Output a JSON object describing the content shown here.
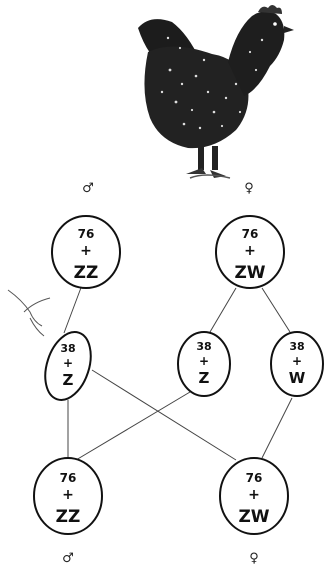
{
  "diagram": {
    "colors": {
      "ink": "#111111",
      "line": "#444444",
      "background": "#ffffff"
    },
    "illustration": "hen",
    "parent_male": {
      "symbol": "♂",
      "cell": {
        "count": "76",
        "plus": "+",
        "chromosomes": "ZZ"
      }
    },
    "parent_female": {
      "symbol": "♀",
      "cell": {
        "count": "76",
        "plus": "+",
        "chromosomes": "ZW"
      }
    },
    "gametes": [
      {
        "count": "38",
        "plus": "+",
        "chromosome": "Z"
      },
      {
        "count": "38",
        "plus": "+",
        "chromosome": "Z"
      },
      {
        "count": "38",
        "plus": "+",
        "chromosome": "W"
      }
    ],
    "offspring_male": {
      "symbol": "♂",
      "cell": {
        "count": "76",
        "plus": "+",
        "chromosomes": "ZZ"
      }
    },
    "offspring_female": {
      "symbol": "♀",
      "cell": {
        "count": "76",
        "plus": "+",
        "chromosomes": "ZW"
      }
    }
  }
}
